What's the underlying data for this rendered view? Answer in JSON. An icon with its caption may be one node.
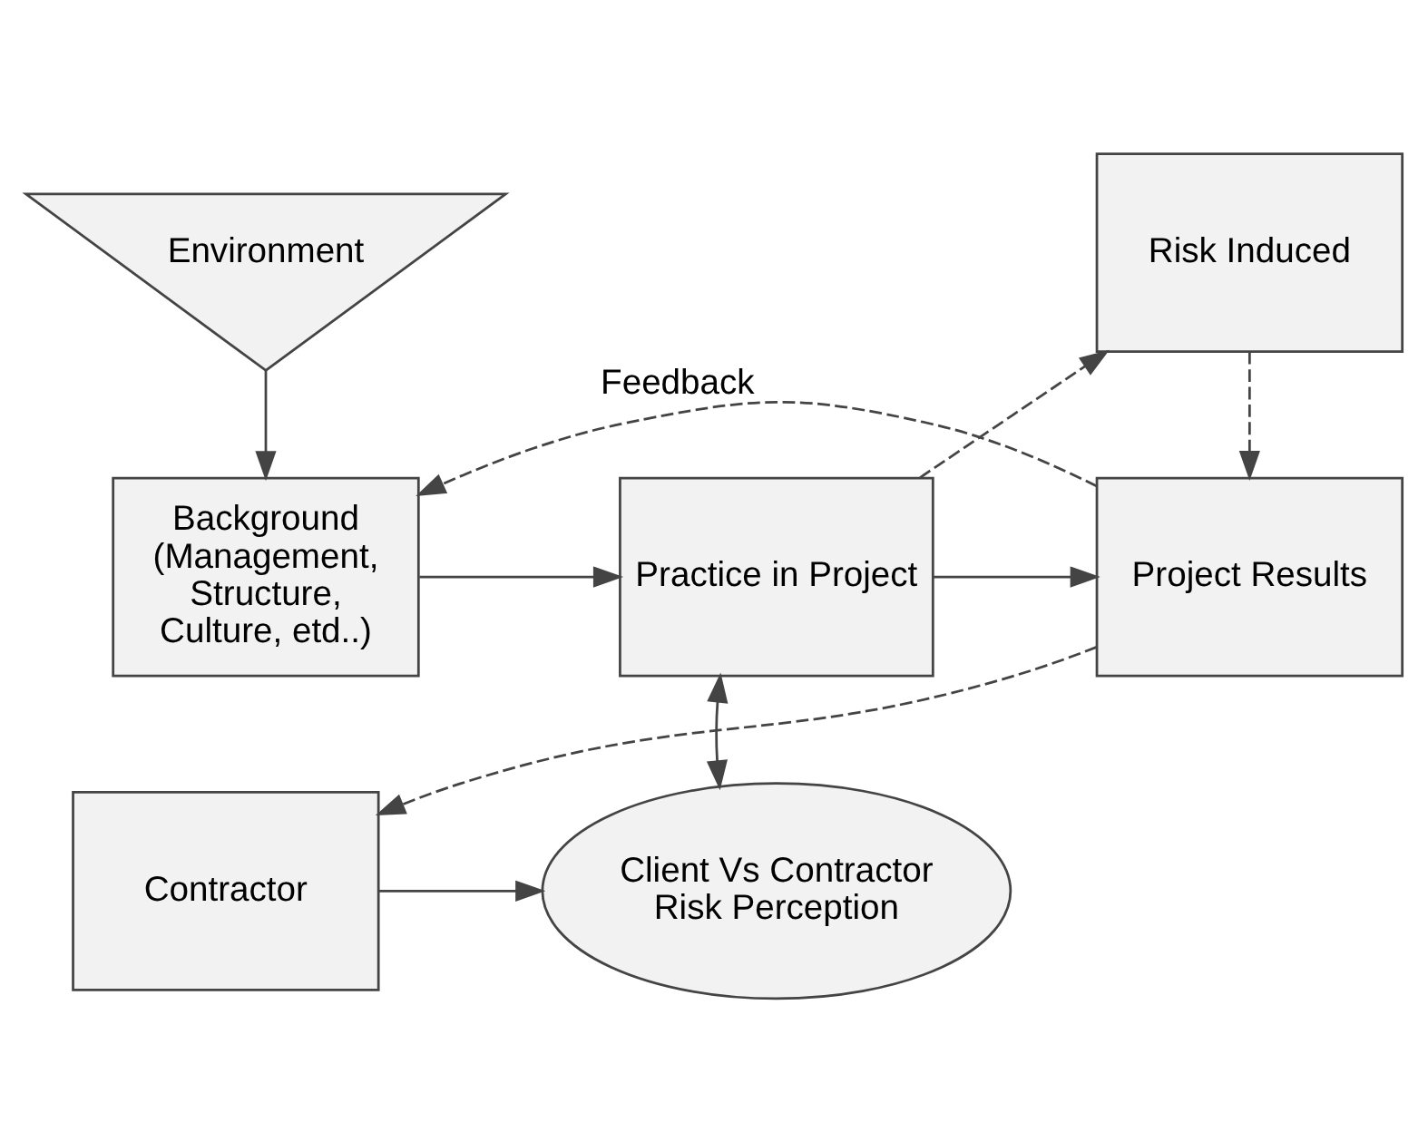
{
  "diagram": {
    "nodes": [
      {
        "text": [
          "Environment"
        ]
      },
      {
        "text": [
          "Background (Management, Structure, Culture, etd..)"
        ]
      },
      {
        "text": [
          "Practice in Project"
        ]
      },
      {
        "text": [
          "Risk Induced"
        ]
      },
      {
        "text": [
          "Project Results"
        ]
      },
      {
        "text": [
          "Contractor"
        ]
      },
      {
        "text": [
          "Client Vs Contractor Risk Perception"
        ]
      }
    ],
    "edges": [
      {
        "from": 0,
        "to": 1,
        "arrow": "to"
      },
      {
        "from": 1,
        "to": 2,
        "arrow": "to"
      },
      {
        "from": 2,
        "to": 4,
        "arrow": "to"
      },
      {
        "from": 2,
        "to": 3,
        "arrow": "to",
        "style": "dashed"
      },
      {
        "from": 3,
        "to": 4,
        "arrow": "to",
        "style": "dashed"
      },
      {
        "from": 4,
        "to": 1,
        "arrow": "to",
        "style": "dashed",
        "label": "Feedback"
      },
      {
        "from": 4,
        "to": 5,
        "arrow": "to",
        "style": "dashed"
      },
      {
        "from": 2,
        "to": 6,
        "arrow": "both"
      },
      {
        "from": 5,
        "to": 6,
        "arrow": "to"
      }
    ]
  }
}
